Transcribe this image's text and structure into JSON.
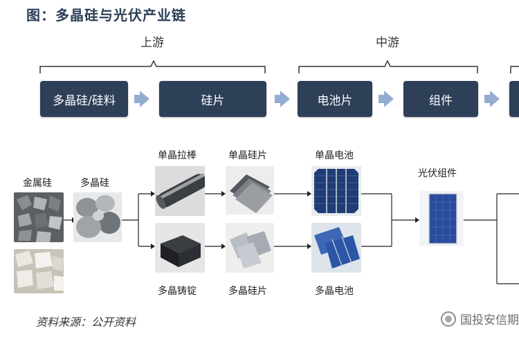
{
  "title": "图：多晶硅与光伏产业链",
  "stages": {
    "upstream": "上游",
    "midstream": "中游"
  },
  "chain": [
    "多晶硅/硅料",
    "硅片",
    "电池片",
    "组件"
  ],
  "items": {
    "metal_si": "金属硅",
    "poly_si": "多晶硅",
    "mono_ingot": "单晶拉棒",
    "multi_ingot": "多晶铸锭",
    "mono_wafer": "单晶硅片",
    "multi_wafer": "多晶硅片",
    "mono_cell": "单晶电池",
    "multi_cell": "多晶电池",
    "pv_module": "光伏组件"
  },
  "source": "资料来源：公开资料",
  "watermark": "国投安信期"
}
